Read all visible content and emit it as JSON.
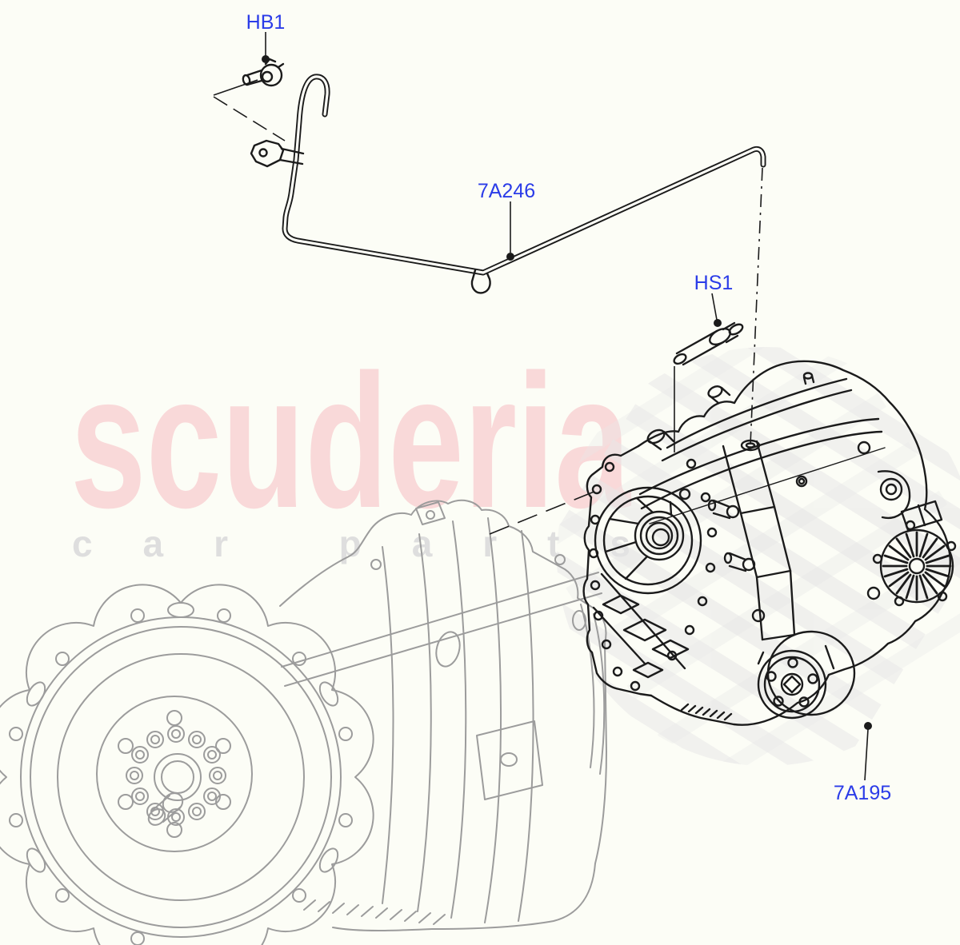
{
  "canvas": {
    "background": "#fcfdf6",
    "focus_line_color": "#1b1b1b",
    "context_line_color": "#9c9c9c"
  },
  "watermark": {
    "brand": "scuderia",
    "tagline": "car parts",
    "brand_color": "#f9d9d9",
    "tagline_color": "#dedede",
    "emblem_stripe_color": "#e7e7e7"
  },
  "labels": {
    "color": "#2b3ce8",
    "items": [
      {
        "id": "hb1",
        "text": "HB1"
      },
      {
        "id": "7a246",
        "text": "7A246"
      },
      {
        "id": "hs1",
        "text": "HS1"
      },
      {
        "id": "7a195",
        "text": "7A195"
      }
    ]
  },
  "parts": {
    "transmission": "automatic-transmission-context-drawing",
    "transfer_case": "transfer-case-drawing",
    "pipe": "breather-pipe-drawing",
    "grommet": "pipe-grommet-drawing",
    "bolt": "flange-bolt-drawing"
  }
}
